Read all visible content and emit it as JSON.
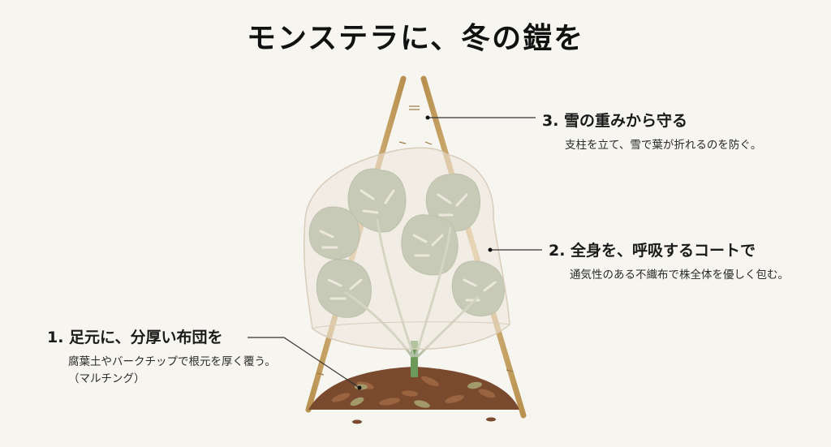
{
  "title": "モンステラに、冬の鎧を",
  "callouts": [
    {
      "number": "1.",
      "heading": "1. 足元に、分厚い布団を",
      "description": "腐葉土やバークチップで根元を厚く覆う。（マルチング）"
    },
    {
      "number": "2.",
      "heading": "2. 全身を、呼吸するコートで",
      "description": "通気性のある不織布で株全体を優しく包む。"
    },
    {
      "number": "3.",
      "heading": "3. 雪の重みから守る",
      "description": "支柱を立て、雪で葉が折れるのを防ぐ。"
    }
  ],
  "colors": {
    "background": "#f7f5ef",
    "bamboo": "#c9a46a",
    "leaf": "#8fa585",
    "cover": "#efe6da",
    "mulch": "#7a4a2e",
    "leader": "#333333"
  }
}
